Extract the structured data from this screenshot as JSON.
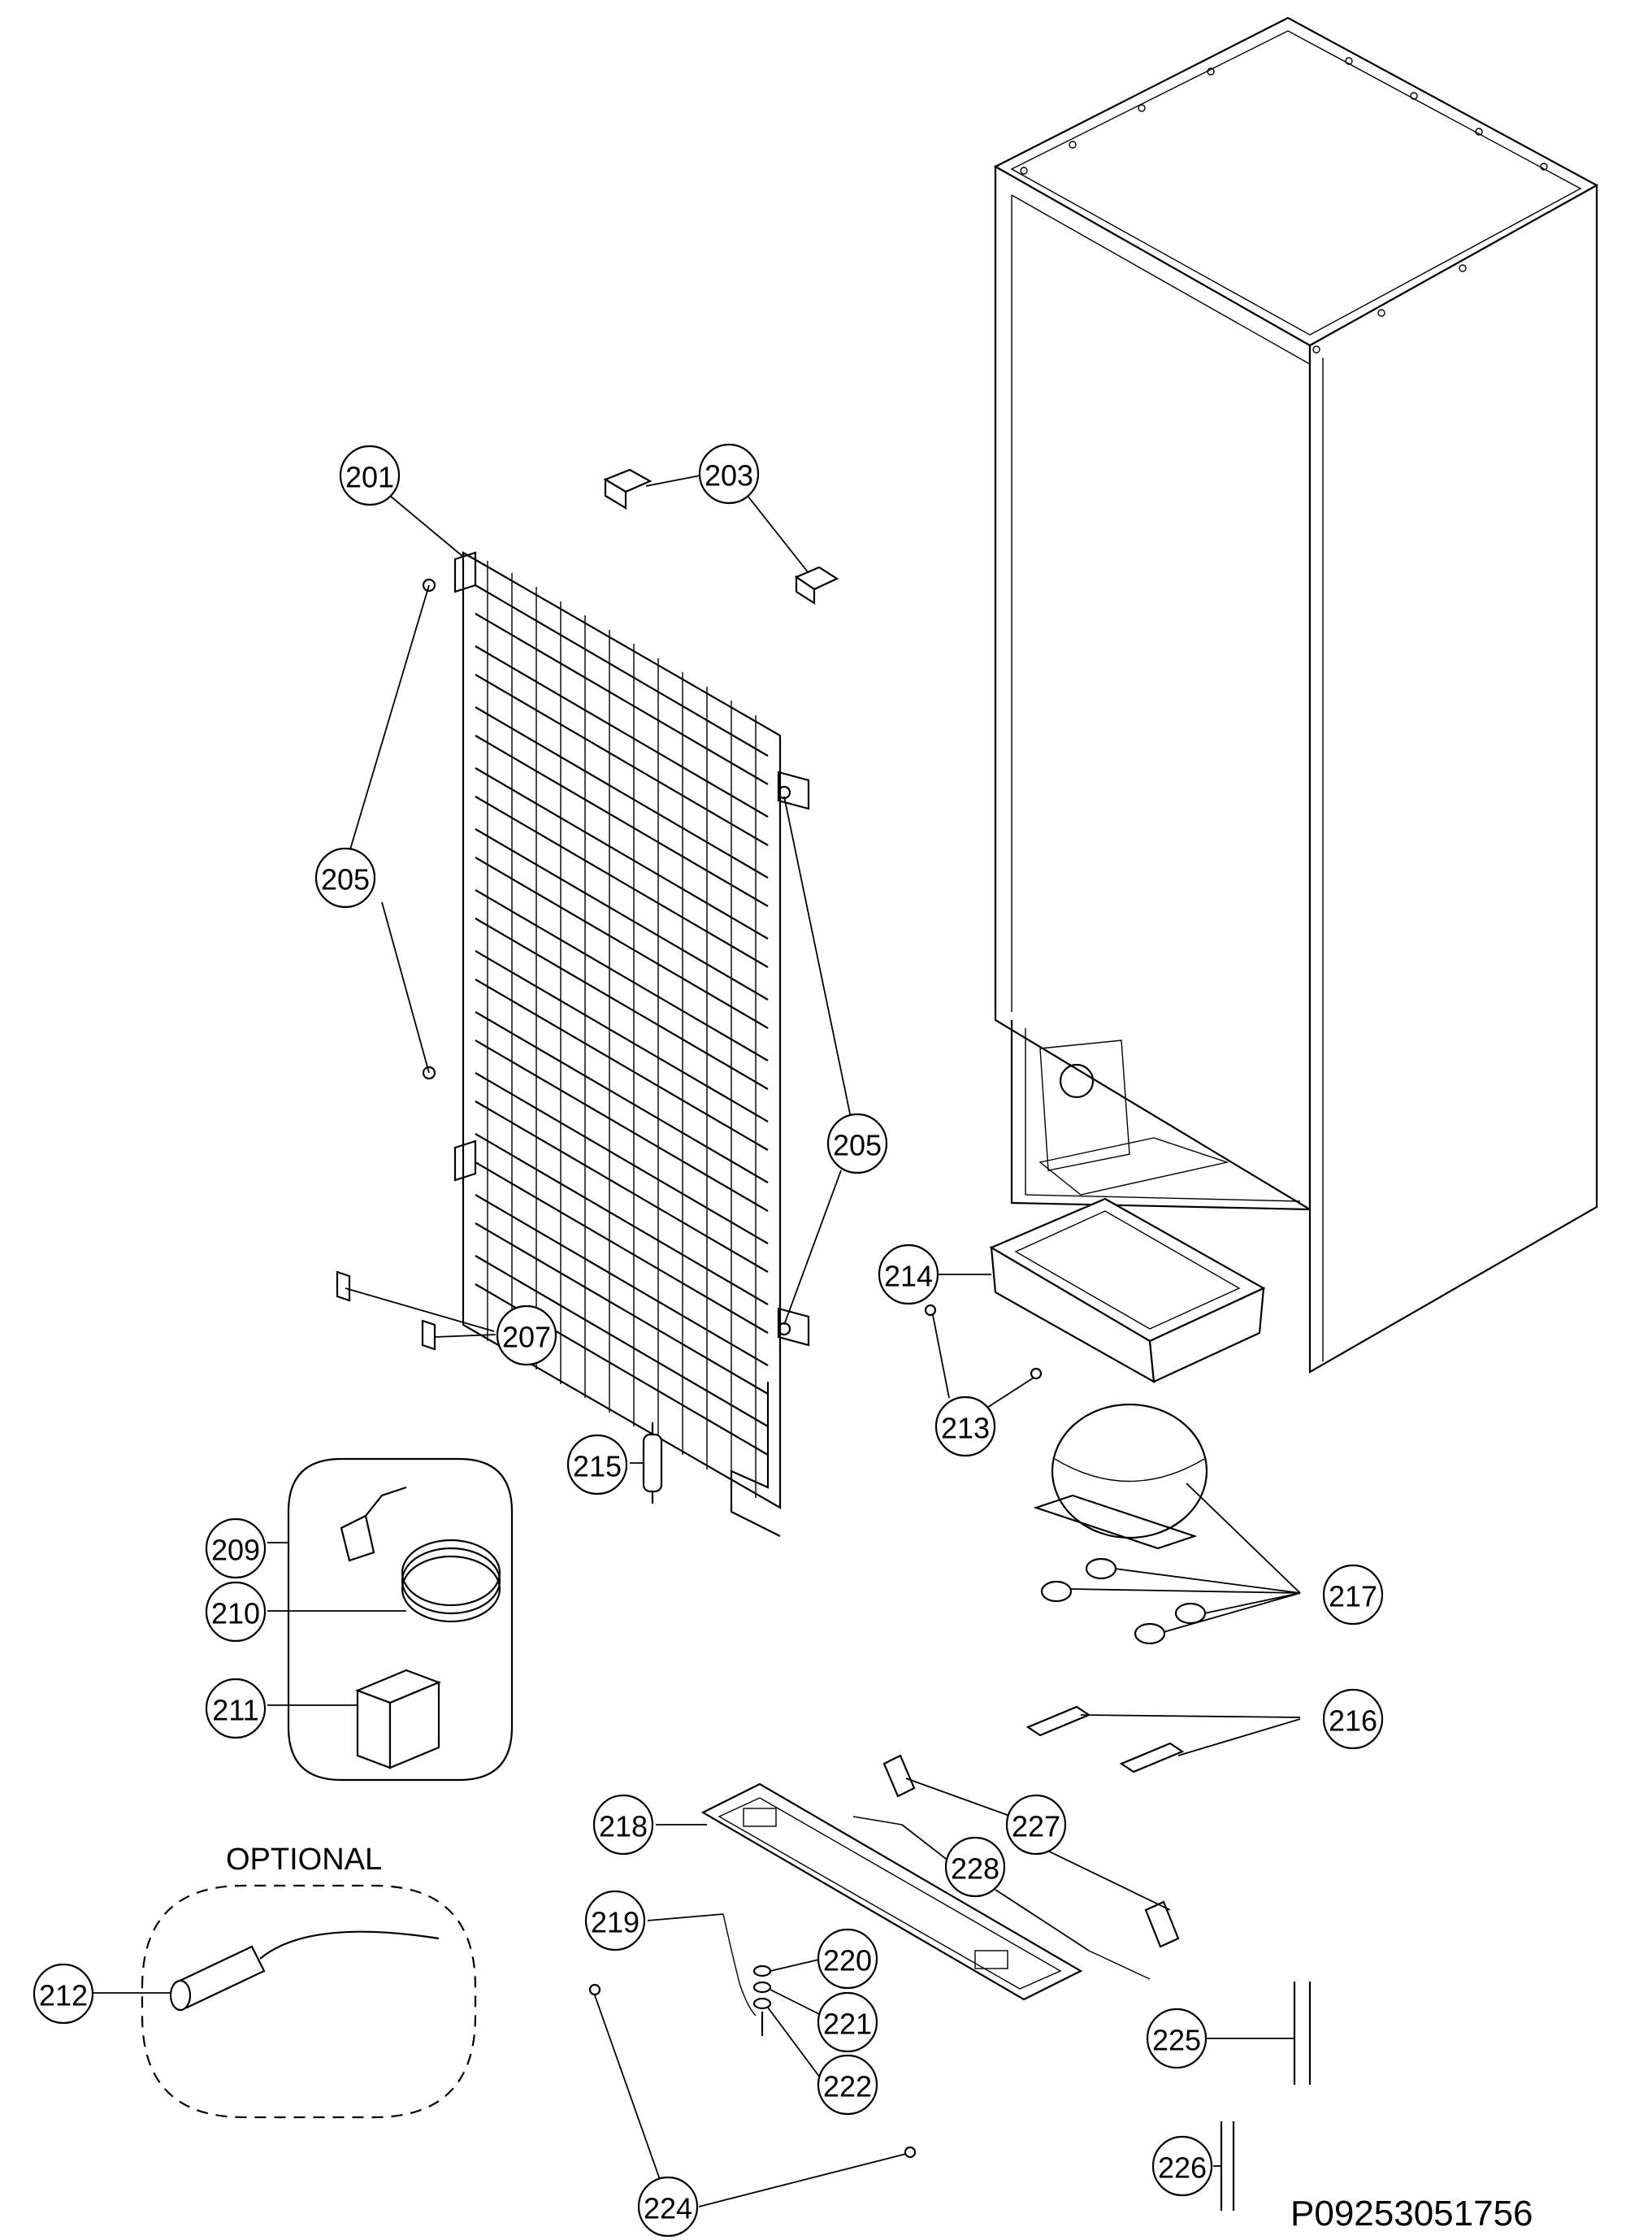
{
  "drawing_code": "P09253051756",
  "optional_label": "OPTIONAL",
  "callouts": [
    {
      "id": "c201",
      "number": "201"
    },
    {
      "id": "c203",
      "number": "203"
    },
    {
      "id": "c205a",
      "number": "205"
    },
    {
      "id": "c205b",
      "number": "205"
    },
    {
      "id": "c207",
      "number": "207"
    },
    {
      "id": "c209",
      "number": "209"
    },
    {
      "id": "c210",
      "number": "210"
    },
    {
      "id": "c211",
      "number": "211"
    },
    {
      "id": "c212",
      "number": "212"
    },
    {
      "id": "c213",
      "number": "213"
    },
    {
      "id": "c214",
      "number": "214"
    },
    {
      "id": "c215",
      "number": "215"
    },
    {
      "id": "c216",
      "number": "216"
    },
    {
      "id": "c217",
      "number": "217"
    },
    {
      "id": "c218",
      "number": "218"
    },
    {
      "id": "c219",
      "number": "219"
    },
    {
      "id": "c220",
      "number": "220"
    },
    {
      "id": "c221",
      "number": "221"
    },
    {
      "id": "c222",
      "number": "222"
    },
    {
      "id": "c224",
      "number": "224"
    },
    {
      "id": "c225",
      "number": "225"
    },
    {
      "id": "c226",
      "number": "226"
    },
    {
      "id": "c227",
      "number": "227"
    },
    {
      "id": "c228",
      "number": "228"
    }
  ]
}
